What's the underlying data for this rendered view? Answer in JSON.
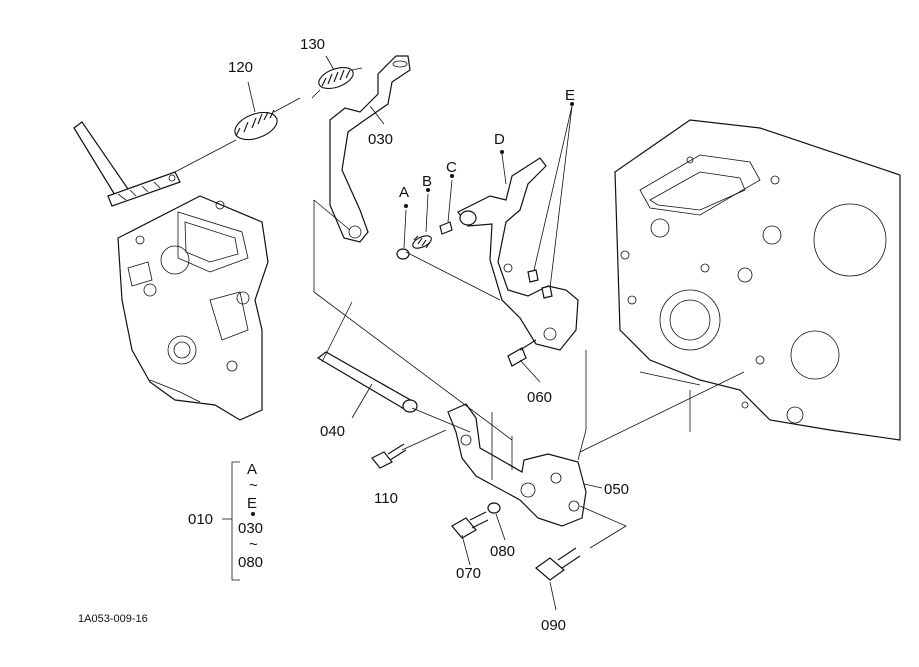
{
  "diagram": {
    "callouts": {
      "p120": "120",
      "p130": "130",
      "p030": "030",
      "p040": "040",
      "p050": "050",
      "p060": "060",
      "p070": "070",
      "p080": "080",
      "p090": "090",
      "p110": "110",
      "pA": "A",
      "pB": "B",
      "pC": "C",
      "pD": "D",
      "pE": "E"
    },
    "assembly": {
      "number": "010",
      "range1_start": "A",
      "range1_end": "E",
      "range2_start": "030",
      "range2_end": "080",
      "tilde": "~"
    },
    "drawing_code": "1A053-009-16"
  }
}
